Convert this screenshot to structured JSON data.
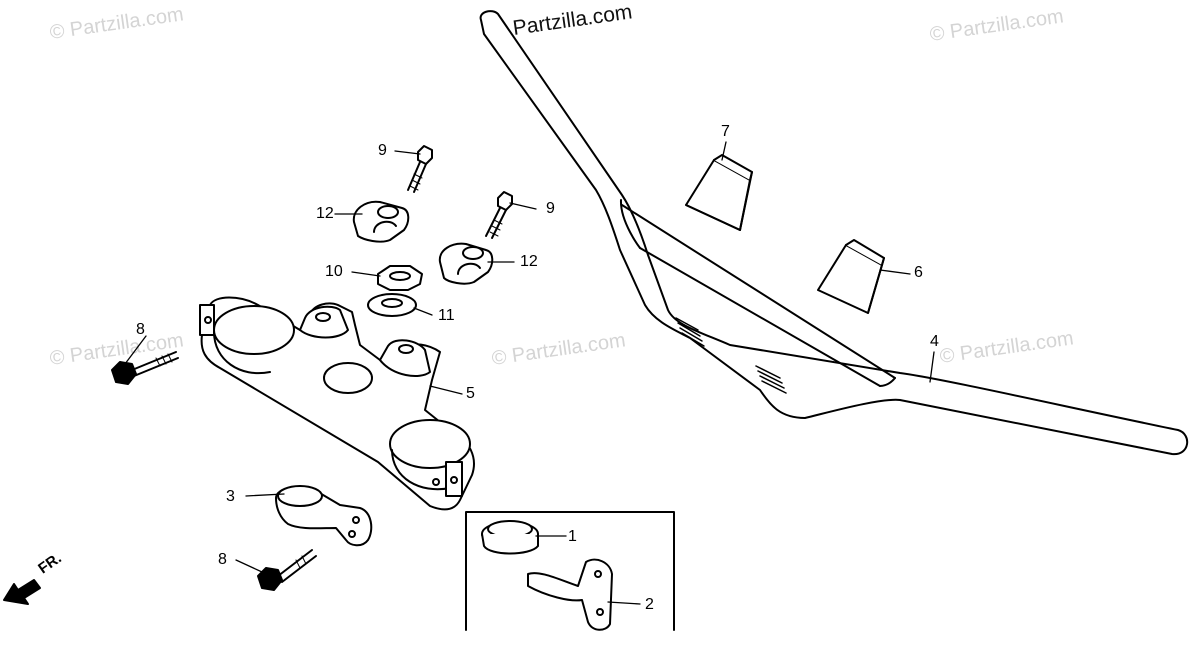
{
  "watermarks": {
    "wm1": "© Partzilla.com",
    "wm2": "© Partzilla.com",
    "wm3": "© Partzilla.com",
    "wm4": "© Partzilla.com",
    "wm5": "© Partzilla.com",
    "wm6": "© Partzilla.com"
  },
  "direction_label": "FR.",
  "callouts": {
    "c1": "1",
    "c2": "2",
    "c3": "3",
    "c4": "4",
    "c5": "5",
    "c6": "6",
    "c7": "7",
    "c8a": "8",
    "c8b": "8",
    "c9a": "9",
    "c9b": "9",
    "c10": "10",
    "c11": "11",
    "c12a": "12",
    "c12b": "12"
  },
  "parts": [
    {
      "ref": "1",
      "name": "seal-ring"
    },
    {
      "ref": "2",
      "name": "holder-bracket"
    },
    {
      "ref": "3",
      "name": "clamp-holder"
    },
    {
      "ref": "4",
      "name": "handlebar"
    },
    {
      "ref": "5",
      "name": "upper-fork-bridge"
    },
    {
      "ref": "6",
      "name": "pad"
    },
    {
      "ref": "7",
      "name": "pad"
    },
    {
      "ref": "8",
      "name": "bolt"
    },
    {
      "ref": "9",
      "name": "bolt"
    },
    {
      "ref": "10",
      "name": "nut"
    },
    {
      "ref": "11",
      "name": "washer"
    },
    {
      "ref": "12",
      "name": "handlebar-upper-holder"
    }
  ]
}
